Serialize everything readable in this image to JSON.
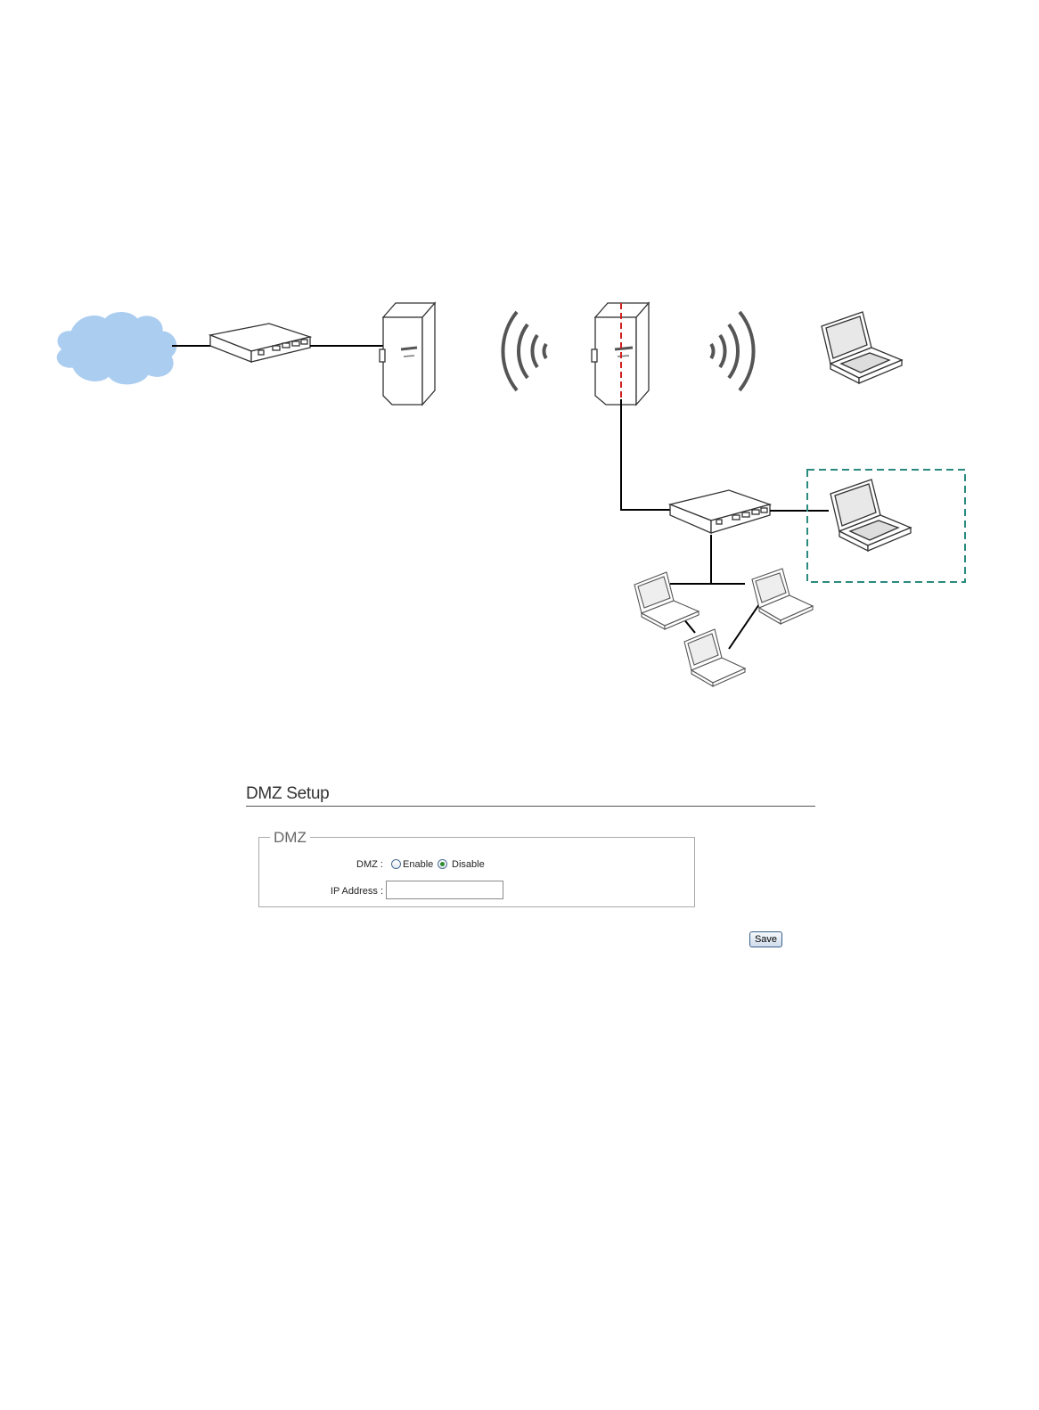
{
  "dmz_setup": {
    "title": "DMZ Setup",
    "legend": "DMZ",
    "dmz_label": "DMZ :",
    "enable_label": "Enable",
    "disable_label": "Disable",
    "selected": "Disable",
    "ip_label": "IP Address :",
    "ip_value": "",
    "save_label": "Save"
  },
  "colors": {
    "cloud": "#aacdf0",
    "dmz_box": "#2a8a80",
    "signal_line": "#d02020",
    "radio_checked": "#2f8b2f"
  }
}
